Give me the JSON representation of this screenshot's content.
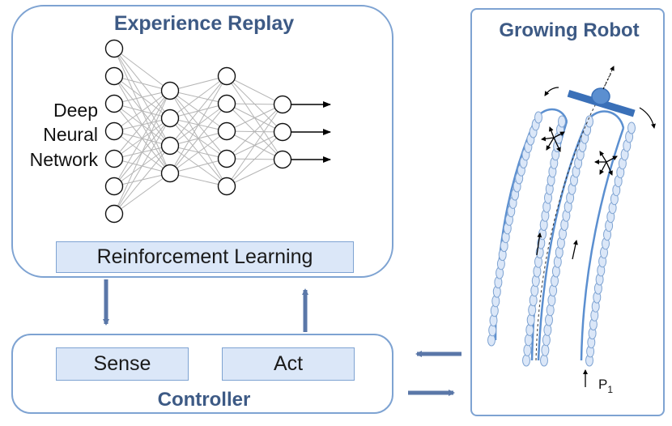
{
  "experience_replay": {
    "title": "Experience Replay",
    "network_label": [
      "Deep",
      "Neural",
      "Network"
    ],
    "rl_label": "Reinforcement Learning"
  },
  "controller": {
    "title": "Controller",
    "sense_label": "Sense",
    "act_label": "Act"
  },
  "robot": {
    "title": "Growing Robot",
    "pressure_label": "P",
    "pressure_subscript": "1"
  },
  "network": {
    "layers": [
      7,
      4,
      5,
      3
    ],
    "outputs": 3
  },
  "colors": {
    "panel_border": "#7ea3d2",
    "title_text": "#3d5a85",
    "box_fill": "#dbe7f8",
    "arrow": "#5a77a8",
    "robot_body": "#5b8fd0",
    "robot_cell_fill": "#dbe7f8"
  }
}
